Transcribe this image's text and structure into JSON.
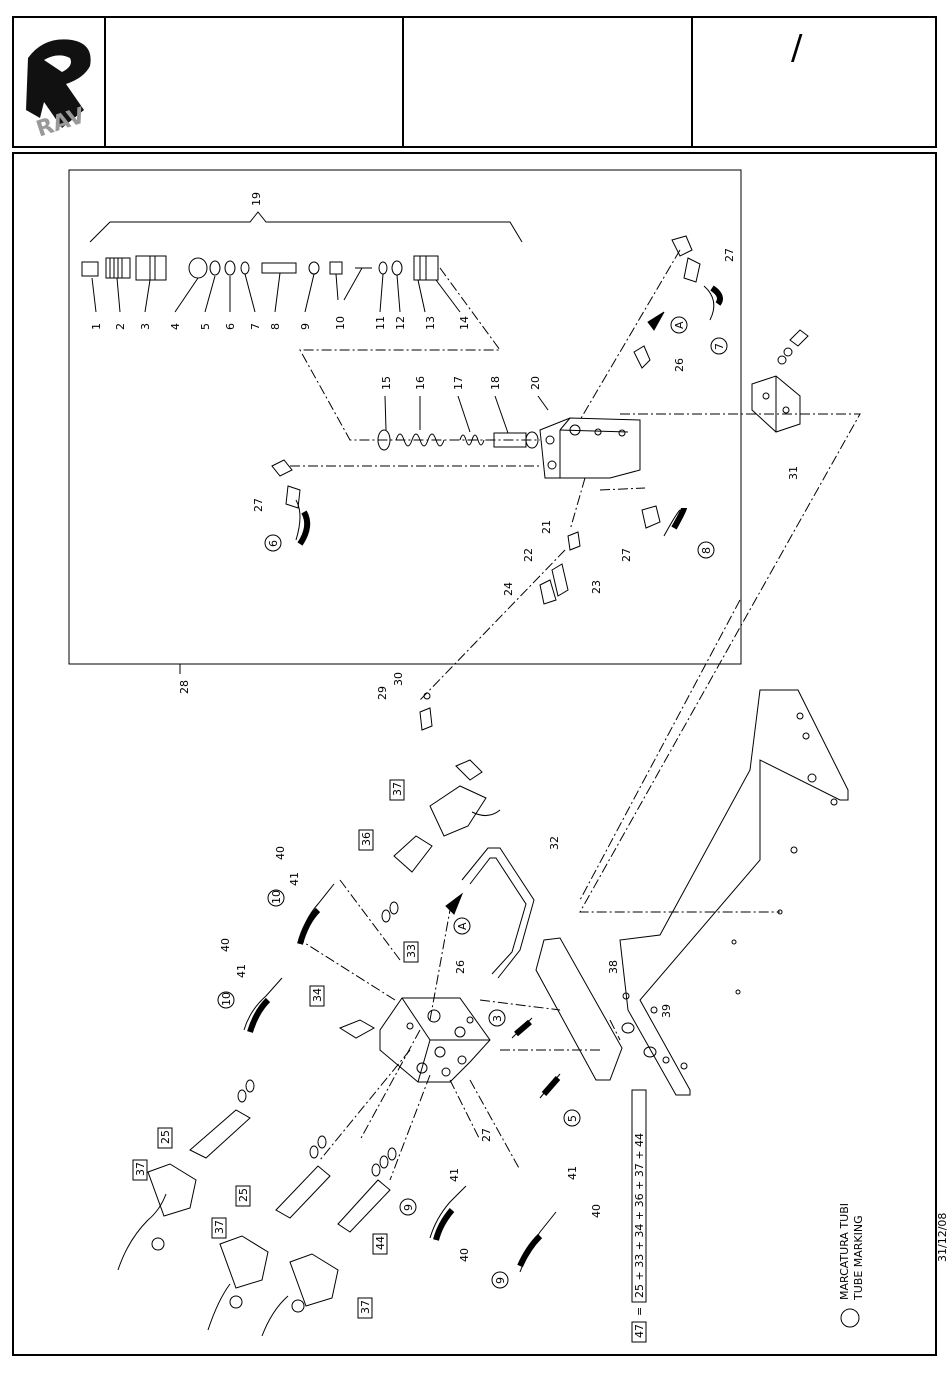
{
  "title_block": {
    "logo_text": "RAV",
    "sheet_mark": "/"
  },
  "date": "31/12/08",
  "legend": {
    "line1": "MARCATURA TUBI",
    "line2": "TUBE MARKING"
  },
  "kit_formula": {
    "ref": "47",
    "eq": "=",
    "items": [
      "25",
      "+",
      "33",
      "+",
      "34",
      "+",
      "36",
      "+",
      "37",
      "+",
      "44"
    ]
  },
  "parts": {
    "p1": "1",
    "p2": "2",
    "p3": "3",
    "p4": "4",
    "p5": "5",
    "p6": "6",
    "p7": "7",
    "p8": "8",
    "p9": "9",
    "p10": "10",
    "p11": "11",
    "p12": "12",
    "p13": "13",
    "p14": "14",
    "p15": "15",
    "p16": "16",
    "p17": "17",
    "p18": "18",
    "p19": "19",
    "p20": "20",
    "p21": "21",
    "p22": "22",
    "p23": "23",
    "p24": "24",
    "p26": "26",
    "p27": "27",
    "p28": "28",
    "p29": "29",
    "p30": "30",
    "p31": "31",
    "p32": "32",
    "p33": "33",
    "p34": "34",
    "p36": "36",
    "p37": "37",
    "p38": "38",
    "p39": "39",
    "p40": "40",
    "p41": "41",
    "p44": "44",
    "p25": "25",
    "tube3": "3",
    "tube5": "5",
    "tube6": "6",
    "tube7": "7",
    "tube8": "8",
    "tube9": "9",
    "tube10": "10",
    "arrowA": "A"
  }
}
